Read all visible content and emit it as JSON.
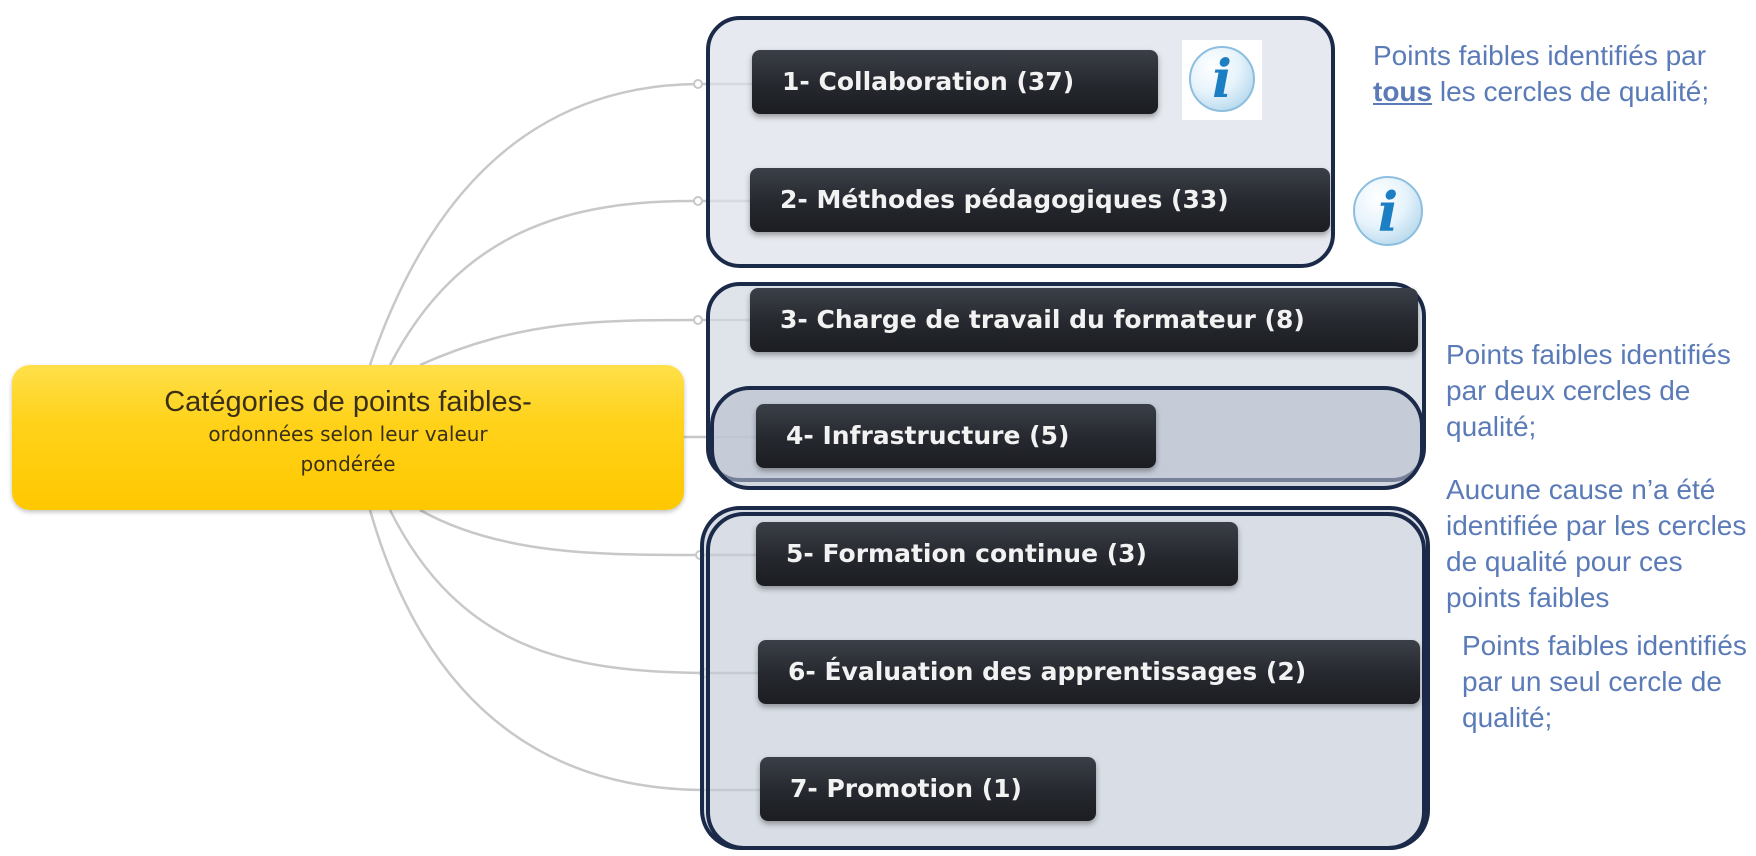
{
  "root": {
    "line1": "Catégories de points faibles-",
    "line2": "ordonnées selon leur valeur",
    "line3": "pondérée"
  },
  "branches": [
    {
      "label": "1- Collaboration (37)"
    },
    {
      "label": "2- Méthodes pédagogiques (33)"
    },
    {
      "label": "3- Charge de travail du formateur (8)"
    },
    {
      "label": "4- Infrastructure (5)"
    },
    {
      "label": "5- Formation continue (3)"
    },
    {
      "label": "6- Évaluation des apprentissages (2)"
    },
    {
      "label": "7- Promotion (1)"
    }
  ],
  "info_icons": [
    {
      "icon": "info-icon",
      "glyph": "i"
    },
    {
      "icon": "info-icon",
      "glyph": "i"
    }
  ],
  "notes": {
    "all_circles": {
      "before": "Points faibles identifiés par ",
      "emphasis": "tous",
      "after": " les cercles de qualité;"
    },
    "two_circles": "Points faibles identifiés par deux cercles de qualité;",
    "no_cause": "Aucune cause n’a été identifiée par les cercles de qualité pour ces points faibles",
    "one_circle": "Points faibles identifiés par un seul cercle de qualité;"
  },
  "colors": {
    "root_fill": "#ffc800",
    "node_fill": "#25282e",
    "frame_border": "#1c2a4a",
    "note_text": "#5b7bb8",
    "connector": "#c8c8c8"
  }
}
